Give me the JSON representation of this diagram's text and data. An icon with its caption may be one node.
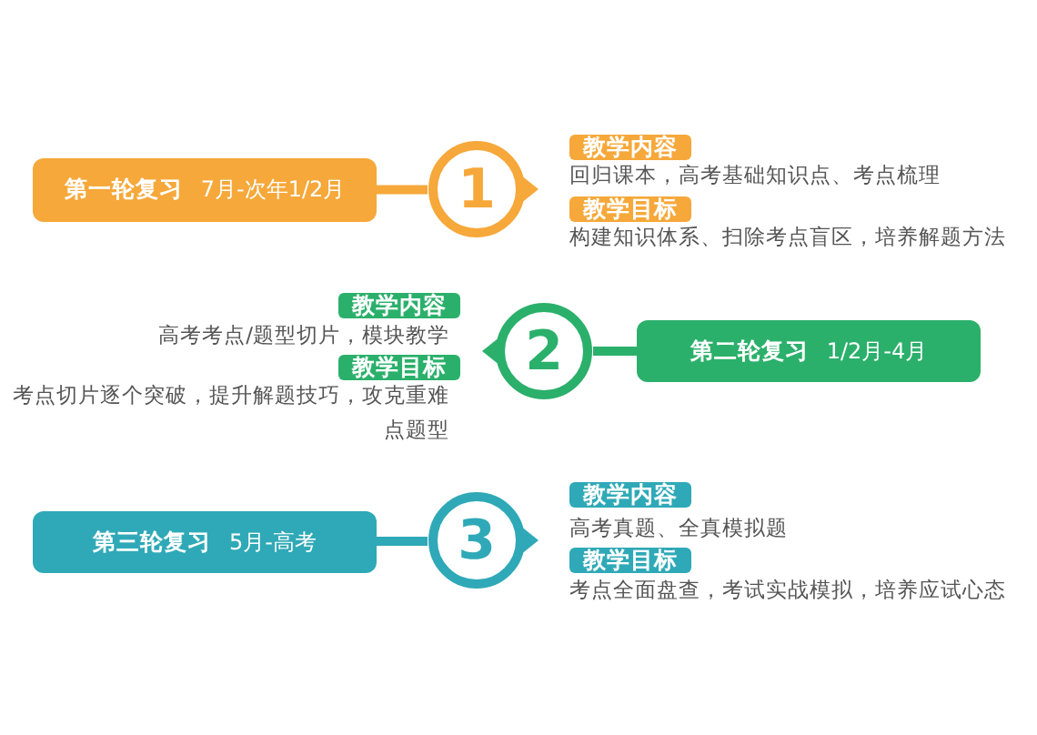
{
  "diagram": {
    "nodes": [
      {
        "text": [
          "第一轮复习",
          "7月-次年1/2月"
        ]
      },
      {
        "text": [
          "1"
        ]
      },
      {
        "text": [
          "教学内容"
        ],
        "beside": [
          "回归课本，高考基础知识点、考点梳理"
        ]
      },
      {
        "text": [
          "教学目标"
        ],
        "beside": [
          "构建知识体系、扫除考点盲区，培养解题方法"
        ]
      },
      {
        "text": [
          "教学内容"
        ],
        "beside": [
          "高考考点/题型切片，模块教学"
        ]
      },
      {
        "text": [
          "教学目标"
        ],
        "beside": [
          "考点切片逐个突破，提升解题技巧，攻克重难点题型"
        ]
      },
      {
        "text": [
          "2"
        ]
      },
      {
        "text": [
          "第二轮复习",
          "1/2月-4月"
        ]
      },
      {
        "text": [
          "第三轮复习",
          "5月-高考"
        ]
      },
      {
        "text": [
          "3"
        ]
      },
      {
        "text": [
          "教学内容"
        ],
        "beside": [
          "高考真题、全真模拟题"
        ]
      },
      {
        "text": [
          "教学目标"
        ],
        "beside": [
          "考点全面盘查，考试实战模拟，培养应试心态"
        ]
      }
    ],
    "edges": [
      {
        "from": 0,
        "to": 1,
        "arrow": "none",
        "color": "#f6a83a"
      },
      {
        "from": 6,
        "to": 7,
        "arrow": "none",
        "color": "#2bb06b"
      },
      {
        "from": 8,
        "to": 9,
        "arrow": "none",
        "color": "#2fa9b7"
      }
    ]
  }
}
